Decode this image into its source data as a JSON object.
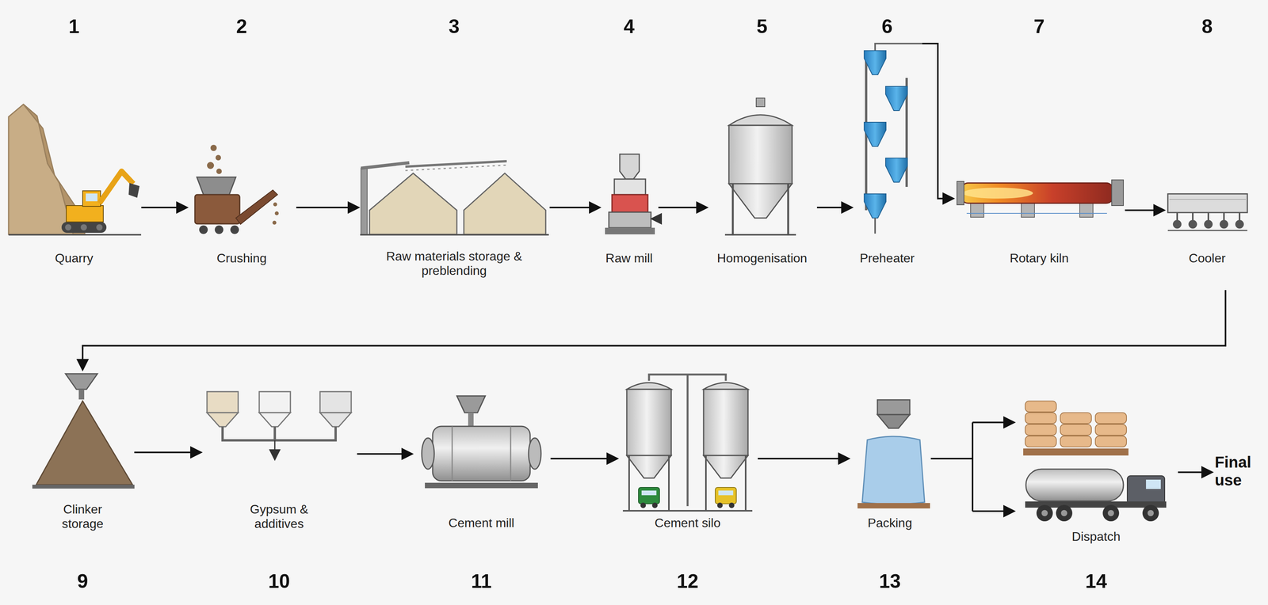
{
  "diagram": {
    "nodes": [
      {
        "text": [
          "1",
          "Quarry"
        ]
      },
      {
        "text": [
          "2",
          "Crushing"
        ]
      },
      {
        "text": [
          "3",
          "Raw materials storage & preblending"
        ]
      },
      {
        "text": [
          "4",
          "Raw mill"
        ]
      },
      {
        "text": [
          "5",
          "Homogenisation"
        ]
      },
      {
        "text": [
          "6",
          "Preheater"
        ]
      },
      {
        "text": [
          "7",
          "Rotary kiln"
        ]
      },
      {
        "text": [
          "8",
          "Cooler"
        ]
      },
      {
        "text": [
          "Clinker storage",
          "9"
        ]
      },
      {
        "text": [
          "Gypsum & additives",
          "10"
        ]
      },
      {
        "text": [
          "Cement mill",
          "11"
        ]
      },
      {
        "text": [
          "Cement silo",
          "12"
        ]
      },
      {
        "text": [
          "Packing",
          "13"
        ]
      },
      {
        "text": [
          "Dispatch",
          "14"
        ]
      },
      {
        "text": [
          "Final use"
        ]
      }
    ],
    "edges": [
      {
        "from": 0,
        "to": 1,
        "arrow": "to"
      },
      {
        "from": 1,
        "to": 2,
        "arrow": "to"
      },
      {
        "from": 2,
        "to": 3,
        "arrow": "to"
      },
      {
        "from": 3,
        "to": 4,
        "arrow": "to"
      },
      {
        "from": 4,
        "to": 5,
        "arrow": "to"
      },
      {
        "from": 5,
        "to": 6,
        "arrow": "to"
      },
      {
        "from": 6,
        "to": 7,
        "arrow": "to"
      },
      {
        "from": 7,
        "to": 8,
        "arrow": "to"
      },
      {
        "from": 8,
        "to": 9,
        "arrow": "to"
      },
      {
        "from": 9,
        "to": 10,
        "arrow": "to"
      },
      {
        "from": 10,
        "to": 11,
        "arrow": "to"
      },
      {
        "from": 11,
        "to": 12,
        "arrow": "to"
      },
      {
        "from": 12,
        "to": 13,
        "arrow": "to"
      },
      {
        "from": 13,
        "to": 14,
        "arrow": "to"
      }
    ]
  }
}
